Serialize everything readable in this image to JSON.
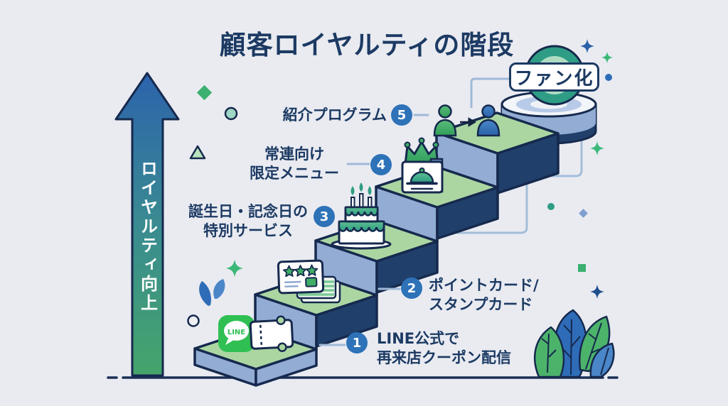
{
  "title": "顧客ロイヤルティの階段",
  "axis": {
    "label": "ロイヤルティ向上"
  },
  "goal": {
    "label": "ファン化"
  },
  "steps": [
    {
      "num": "1",
      "lines": [
        "LINE公式で",
        "再来店クーポン配信"
      ],
      "icon": "line-coupon",
      "icon_text": "LINE"
    },
    {
      "num": "2",
      "lines": [
        "ポイントカード/",
        "スタンプカード"
      ],
      "icon": "stamp-card"
    },
    {
      "num": "3",
      "lines": [
        "誕生日・記念日の",
        "特別サービス"
      ],
      "icon": "birthday-cake"
    },
    {
      "num": "4",
      "lines": [
        "常連向け",
        "限定メニュー"
      ],
      "icon": "exclusive-menu-crown-cloche"
    },
    {
      "num": "5",
      "lines": [
        "紹介プログラム"
      ],
      "icon": "referral-people"
    }
  ],
  "colors": {
    "background": "#e9ebf1",
    "navy": "#1c3a63",
    "step_top_green": "#abd6a2",
    "step_face_blue": "#93acd3",
    "step_side_navy": "#20406b",
    "number_circle_blue": "#2e72b8",
    "connector_blue": "#a4bdd9",
    "line_brand_green": "#2fbf53",
    "ring_teal": "#2f9d85",
    "arrow_gradient_top": "#2c63ac",
    "arrow_gradient_bottom": "#45a56a"
  },
  "decorations": [
    "green-diamond",
    "teal-circle",
    "green-triangle",
    "green-sparkle",
    "blue-petals",
    "white-circle",
    "blue-sparkle",
    "blue-dot",
    "green-dot",
    "blue-diamond",
    "green-square",
    "plant-leaves",
    "ground-line"
  ]
}
